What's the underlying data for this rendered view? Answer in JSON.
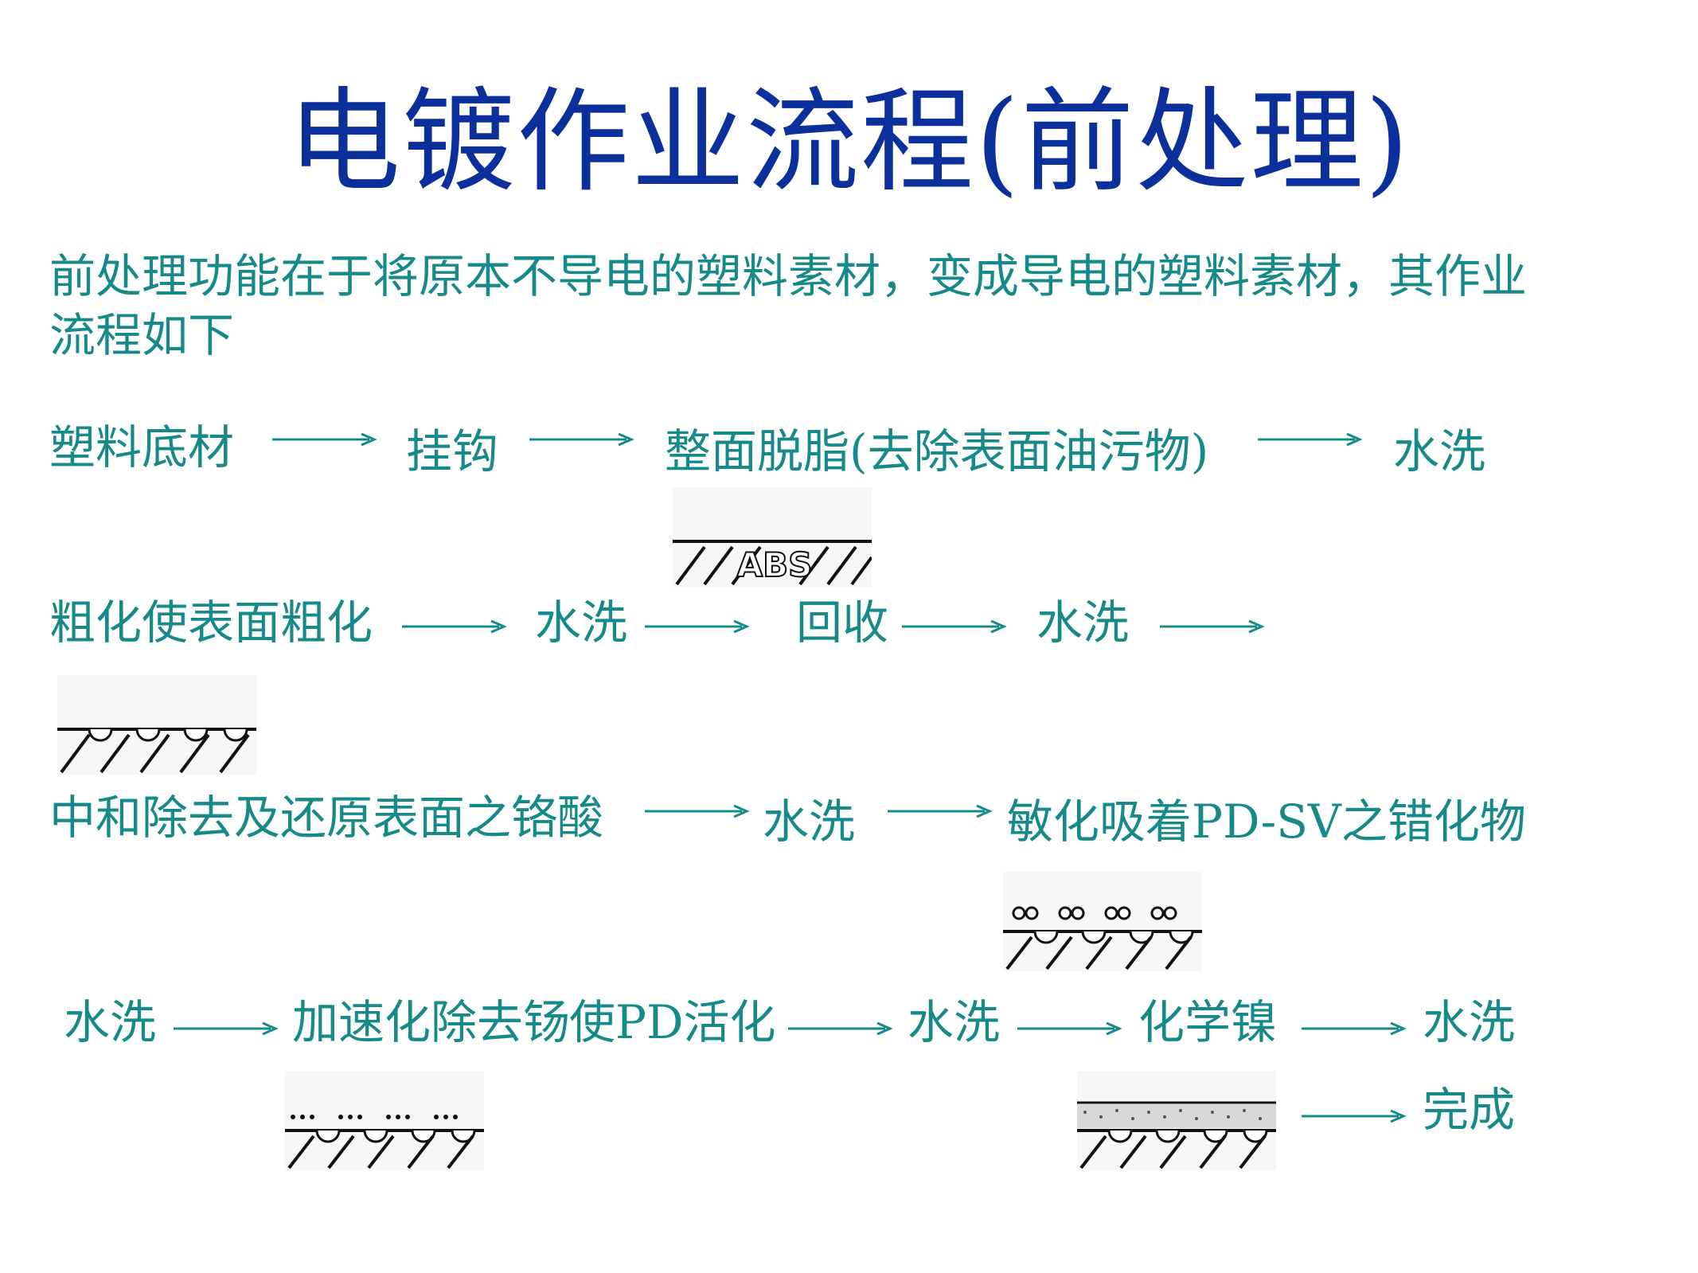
{
  "title": "电镀作业流程(前处理)",
  "intro": "前处理功能在于将原本不导电的塑料素材，变成导电的塑料素材，其作业流程如下",
  "row1": [
    "塑料底材",
    "挂钩",
    "整面脱脂(去除表面油污物)",
    "水洗"
  ],
  "row2": [
    "粗化使表面粗化",
    "水洗",
    "回收",
    "水洗"
  ],
  "row3": [
    "中和除去及还原表面之铬酸",
    "水洗",
    "敏化吸着PD-SV之错化物"
  ],
  "row4": [
    "水洗",
    "加速化除去钖使PD活化",
    "水洗",
    "化学镍",
    "水洗"
  ],
  "final": "完成",
  "fig_label": "ABS",
  "icons": [
    "flow-arrow-icon",
    "substrate-hatch-icon"
  ],
  "colors": {
    "title": "#0b2f9b",
    "text": "#168a88",
    "arrow": "#168a88"
  }
}
